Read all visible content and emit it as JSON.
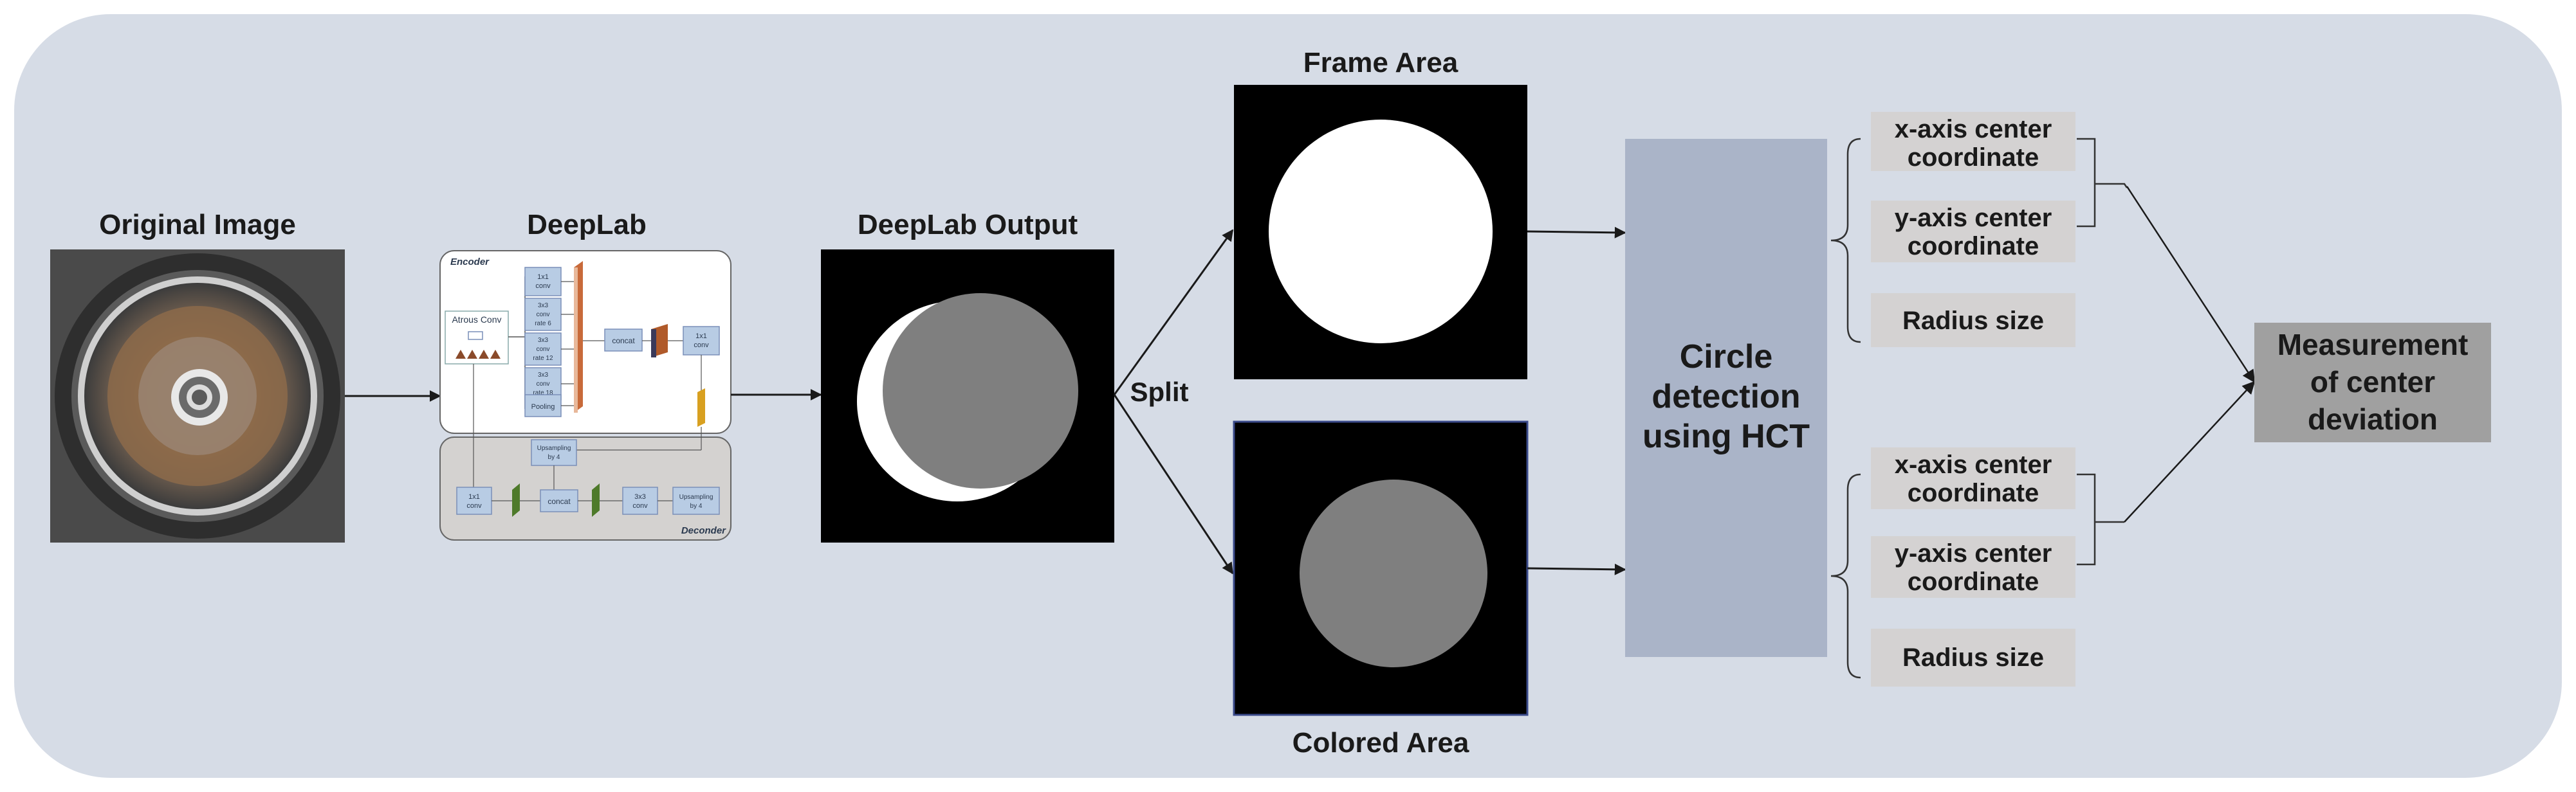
{
  "labels": {
    "original_image": "Original Image",
    "deeplab": "DeepLab",
    "deeplab_output": "DeepLab Output",
    "split": "Split",
    "frame_area": "Frame Area",
    "colored_area": "Colored Area",
    "hct_line1": "Circle",
    "hct_line2": "detection",
    "hct_line3": "using HCT",
    "result_line1": "Measurement",
    "result_line2": "of center",
    "result_line3": "deviation"
  },
  "frame_outputs": [
    {
      "line1": "x-axis center",
      "line2": "coordinate"
    },
    {
      "line1": "y-axis center",
      "line2": "coordinate"
    },
    {
      "line1": "Radius size",
      "line2": ""
    }
  ],
  "colored_outputs": [
    {
      "line1": "x-axis center",
      "line2": "coordinate"
    },
    {
      "line1": "y-axis center",
      "line2": "coordinate"
    },
    {
      "line1": "Radius size",
      "line2": ""
    }
  ],
  "deeplab_arch": {
    "encoder": "Encoder",
    "decoder": "Deconder",
    "atrous_conv": "Atrous Conv",
    "branches": [
      {
        "lines": [
          "1x1",
          "conv"
        ]
      },
      {
        "lines": [
          "3x3",
          "conv",
          "rate 6"
        ]
      },
      {
        "lines": [
          "3x3",
          "conv",
          "rate 12"
        ]
      },
      {
        "lines": [
          "3x3",
          "conv",
          "rate 18"
        ]
      },
      {
        "lines": [
          "Pooling"
        ]
      }
    ],
    "concat": "concat",
    "enc_1x1": [
      "1x1",
      "conv"
    ],
    "upsample_top": [
      "Upsampling",
      "by 4"
    ],
    "dec_1x1": [
      "1x1",
      "conv"
    ],
    "dec_concat": "concat",
    "dec_3x3": [
      "3x3",
      "conv"
    ],
    "upsample_bottom": [
      "Upsampling",
      "by 4"
    ]
  },
  "colors": {
    "panel_bg": "#d6dce6",
    "hct_box": "#aab4c8",
    "output_box": "#d4d2d2",
    "result_box": "#a0a0a0",
    "gray_disk": "#7f7f7f",
    "encoder_box": "#b8cce4"
  }
}
